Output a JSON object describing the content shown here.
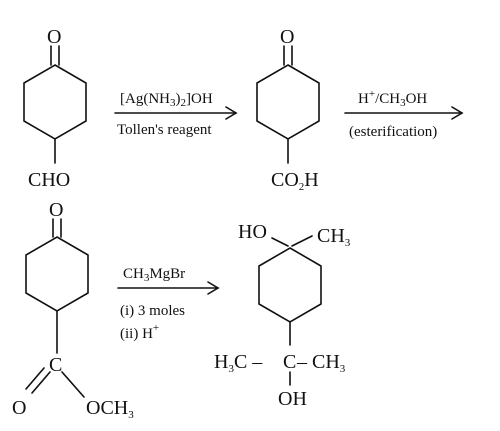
{
  "molecules": {
    "m1": {
      "ketone_o": "O",
      "substituent": "CHO"
    },
    "m2": {
      "ketone_o": "O",
      "substituent_main": "CO",
      "substituent_sub": "2",
      "substituent_end": "H"
    },
    "m3": {
      "ketone_o": "O",
      "carbon": "C",
      "carbonyl_o": "O",
      "ester": "OCH",
      "ester_sub": "3"
    },
    "m4": {
      "ho": "HO",
      "methyl": "CH",
      "methyl_sub": "3",
      "left": "H",
      "left_sub": "3",
      "left_end": "C – ",
      "center": "C",
      "right": " – CH",
      "right_sub": "3",
      "oh": "OH"
    }
  },
  "arrows": {
    "a1": {
      "above_main": "[Ag(NH",
      "above_sub1": "3",
      "above_mid": ")",
      "above_sub2": "2",
      "above_end": "]OH",
      "below": "Tollen's reagent"
    },
    "a2": {
      "above_main": "H",
      "above_sup": "+",
      "above_end": "/CH",
      "above_sub": "3",
      "above_tail": "OH",
      "below": "(esterification)"
    },
    "a3": {
      "above_main": "CH",
      "above_sub": "3",
      "above_end": "MgBr",
      "line1": "(i) 3 moles",
      "line2_main": "(ii) H",
      "line2_sup": "+"
    }
  }
}
